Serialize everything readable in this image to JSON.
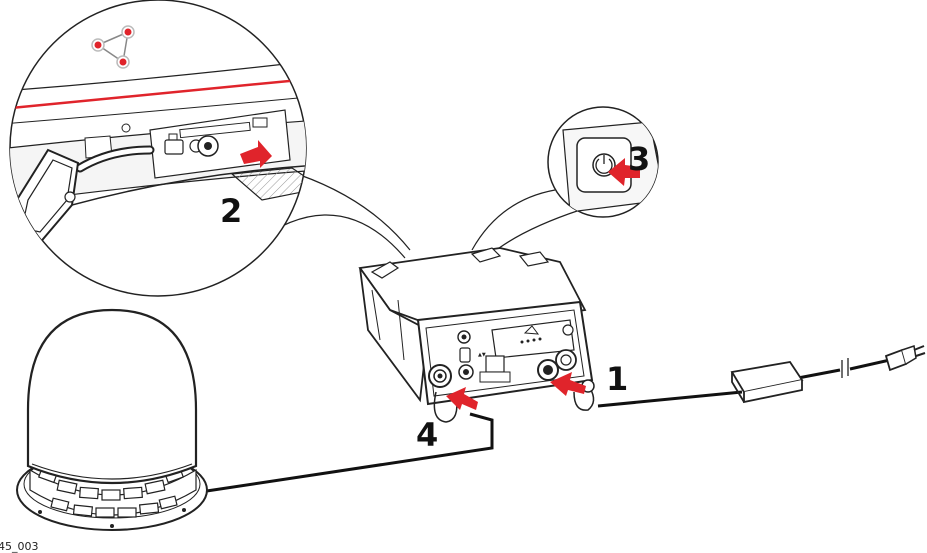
{
  "figure": {
    "steps": [
      "1",
      "2",
      "3",
      "4"
    ],
    "figure_id": "45_003",
    "accent_color": "#e0242b",
    "icons": [
      "network-triangle-icon",
      "power-button-icon",
      "insert-arrow-icon",
      "gnss-antenna-dome-icon",
      "power-adapter-icon",
      "sd-card-icon",
      "receiver-device-icon"
    ]
  }
}
